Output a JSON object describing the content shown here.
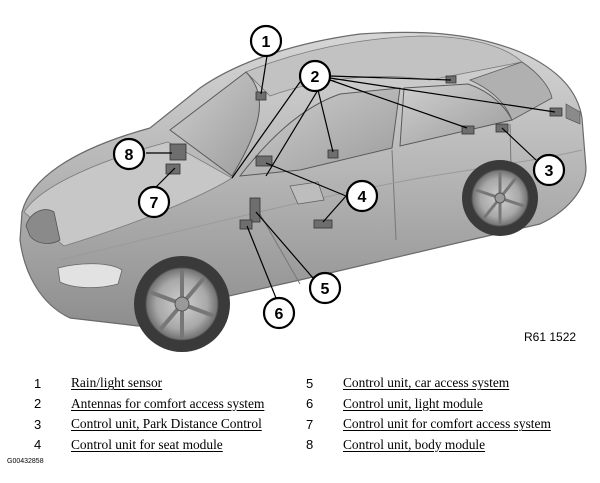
{
  "figure": {
    "reference_code": "R61 1522",
    "graphic_id": "G00432858",
    "callout_numbers": [
      "1",
      "2",
      "3",
      "4",
      "5",
      "6",
      "7",
      "8"
    ]
  },
  "legend": [
    {
      "num": "1",
      "label": "Rain/light sensor"
    },
    {
      "num": "2",
      "label": "Antennas for comfort access system"
    },
    {
      "num": "3",
      "label": "Control unit, Park Distance Control"
    },
    {
      "num": "4",
      "label": "Control unit for seat module"
    },
    {
      "num": "5",
      "label": "Control unit, car access system"
    },
    {
      "num": "6",
      "label": "Control unit, light module"
    },
    {
      "num": "7",
      "label": "Control unit for comfort access system"
    },
    {
      "num": "8",
      "label": "Control unit, body module"
    }
  ]
}
